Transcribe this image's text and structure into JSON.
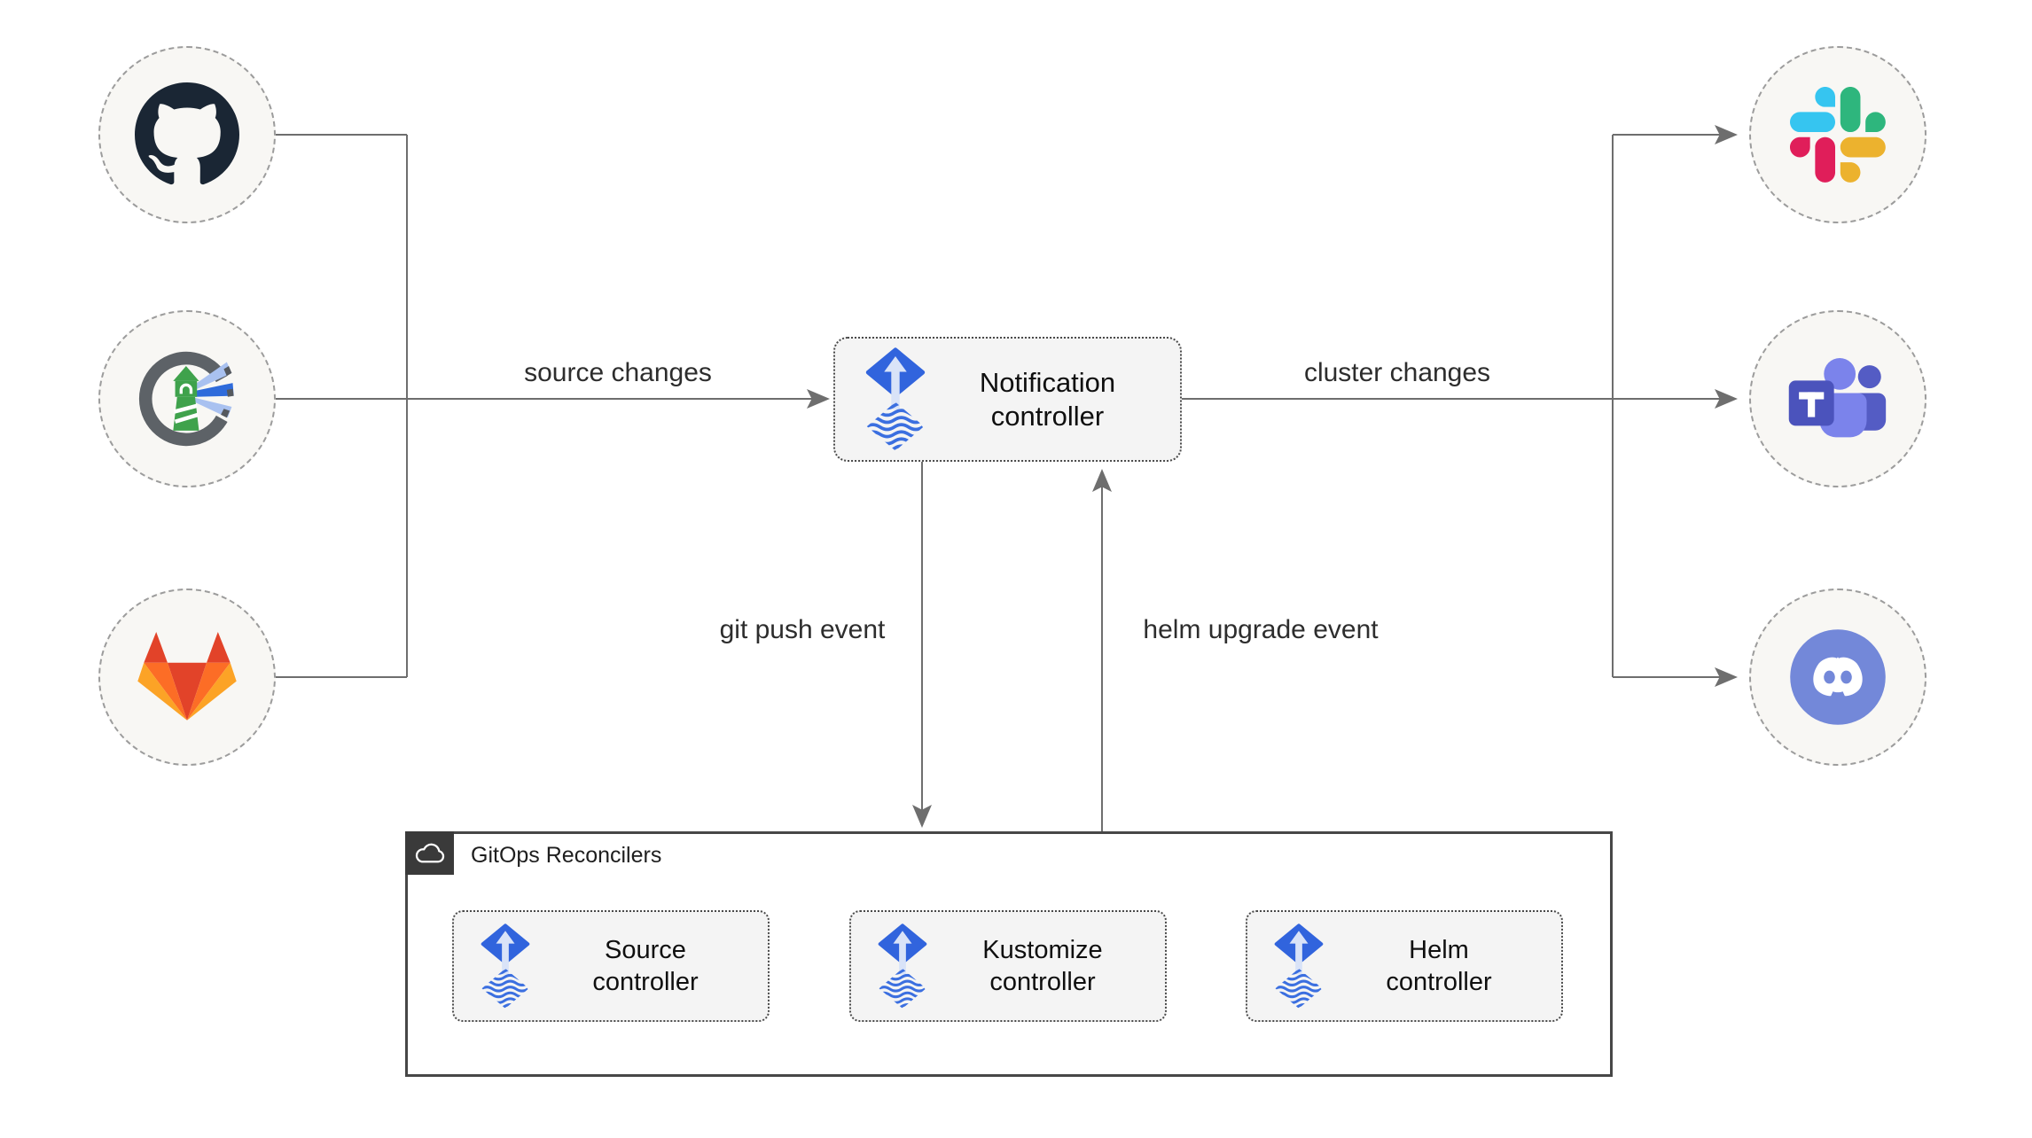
{
  "notification_controller": {
    "line1": "Notification",
    "line2": "controller",
    "icon": "flux-icon"
  },
  "edge_labels": {
    "source_changes": "source changes",
    "cluster_changes": "cluster changes",
    "git_push_event": "git push event",
    "helm_upgrade_event": "helm upgrade event"
  },
  "reconcilers": {
    "title": "GitOps Reconcilers",
    "badge_icon": "cloud-icon",
    "items": [
      {
        "line1": "Source",
        "line2": "controller",
        "icon": "flux-icon"
      },
      {
        "line1": "Kustomize",
        "line2": "controller",
        "icon": "flux-icon"
      },
      {
        "line1": "Helm",
        "line2": "controller",
        "icon": "flux-icon"
      }
    ]
  },
  "source_icons": [
    "github-icon",
    "harbor-icon",
    "gitlab-icon"
  ],
  "target_icons": [
    "slack-icon",
    "ms-teams-icon",
    "discord-icon"
  ],
  "colors": {
    "flux_blue": "#3164dd",
    "flux_wave_blue": "#3b6fe0",
    "line_gray": "#6e6e6e",
    "node_fill": "#f8f7f4",
    "node_border": "#9c9c9c",
    "box_fill": "#f4f4f4",
    "box_border": "#4a4a4a",
    "container_border": "#474747",
    "badge_bg": "#3a3a3a",
    "github": "#1a2634",
    "harbor_ring": "#5d6267",
    "harbor_green": "#3fa24c",
    "harbor_beam": "#2f6bdb",
    "gitlab": [
      "#E24329",
      "#FC6D26",
      "#FCA326"
    ],
    "slack": [
      "#36C5F0",
      "#2EB67D",
      "#ECB22E",
      "#E01E5A"
    ],
    "teams_dark": "#4b53bc",
    "teams_mid": "#545cc4",
    "teams_light": "#7b83eb",
    "discord": "#7388d9"
  }
}
